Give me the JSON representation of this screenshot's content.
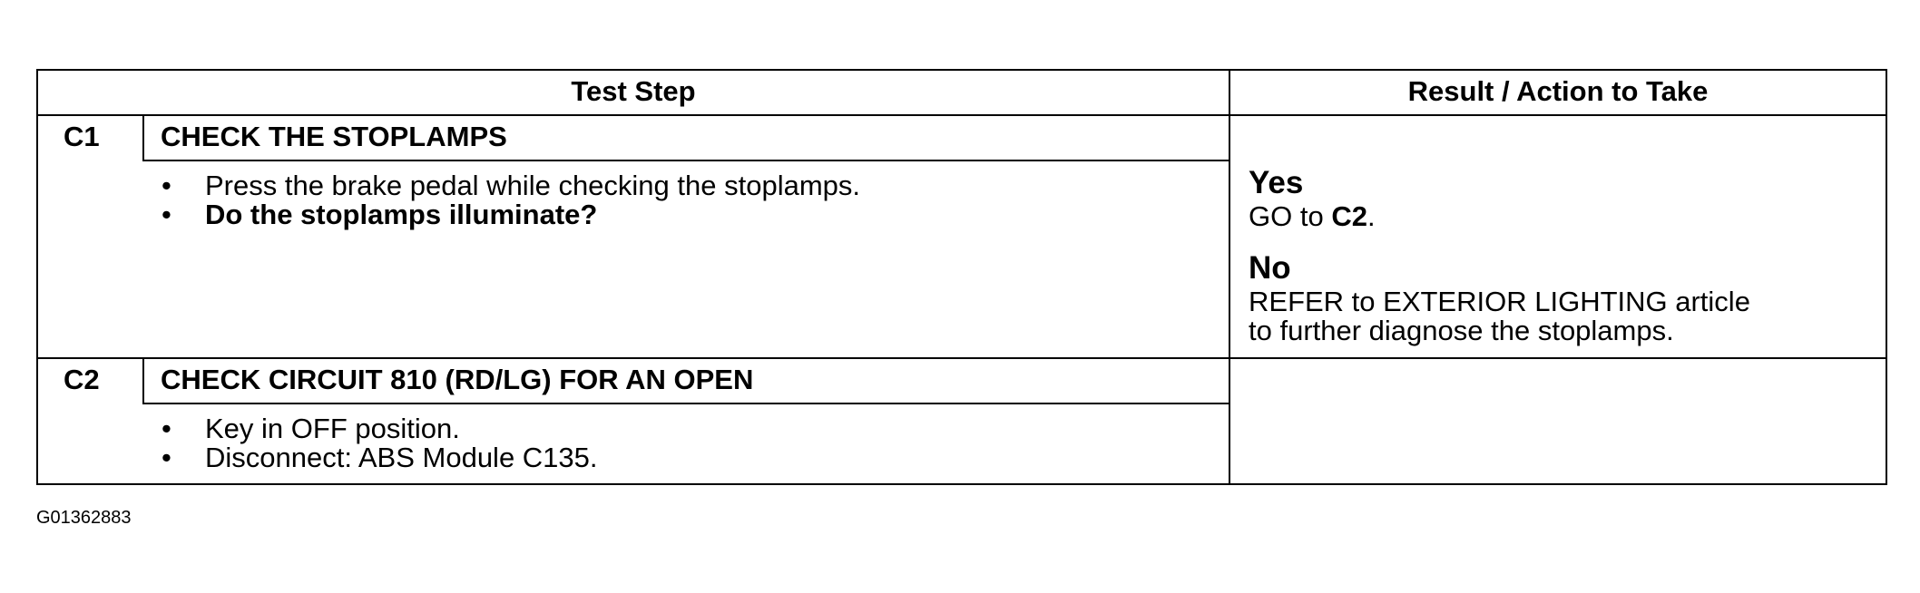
{
  "table": {
    "headers": {
      "test_step": "Test Step",
      "result_action": "Result / Action to Take"
    },
    "steps": [
      {
        "id": "C1",
        "title": "CHECK THE STOPLAMPS",
        "bullets": [
          {
            "text": "Press the brake pedal while checking the stoplamps.",
            "bold": false
          },
          {
            "text": "Do the stoplamps illuminate?",
            "bold": true
          }
        ],
        "results": {
          "yes_label": "Yes",
          "yes_prefix": "GO to ",
          "yes_target": "C2",
          "yes_suffix": ".",
          "no_label": "No",
          "no_line1": "REFER to EXTERIOR LIGHTING article",
          "no_line2": "to further diagnose the stoplamps."
        }
      },
      {
        "id": "C2",
        "title": "CHECK CIRCUIT 810 (RD/LG) FOR AN OPEN",
        "bullets": [
          {
            "text": "Key in OFF position.",
            "bold": false
          },
          {
            "text": "Disconnect: ABS Module C135.",
            "bold": false
          }
        ]
      }
    ],
    "bullet_char": "•"
  },
  "figure_id": "G01362883"
}
